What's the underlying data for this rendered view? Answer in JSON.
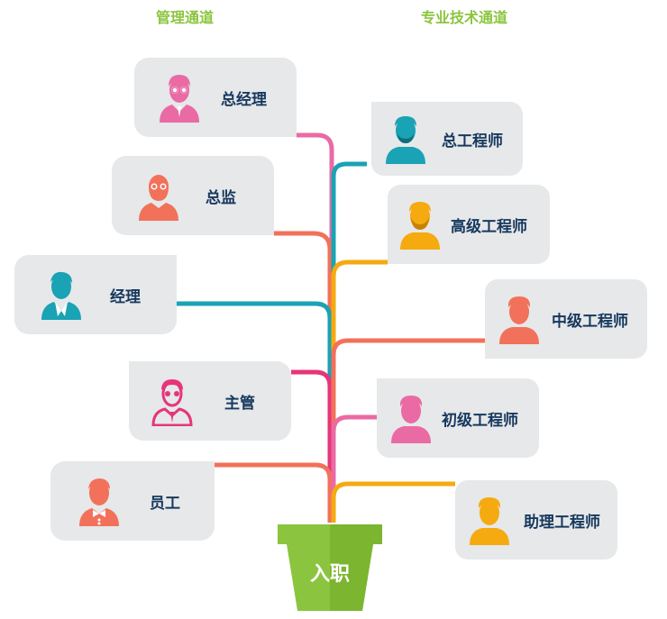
{
  "headings": {
    "management": "管理通道",
    "technical": "专业技术通道"
  },
  "management_track": [
    {
      "label": "总经理",
      "icon": "male-executive-glasses-icon",
      "color": "#ea6aa4"
    },
    {
      "label": "总监",
      "icon": "bearded-male-glasses-icon",
      "color": "#f2715a"
    },
    {
      "label": "经理",
      "icon": "male-manager-icon",
      "color": "#1aa2b5"
    },
    {
      "label": "主管",
      "icon": "male-supervisor-glasses-icon",
      "color": "#e6357a"
    },
    {
      "label": "员工",
      "icon": "male-employee-bowtie-icon",
      "color": "#f2715a"
    }
  ],
  "technical_track": [
    {
      "label": "总工程师",
      "icon": "bearded-male-icon",
      "color": "#1aa2b5"
    },
    {
      "label": "高级工程师",
      "icon": "bearded-male-icon",
      "color": "#f5aa10"
    },
    {
      "label": "中级工程师",
      "icon": "male-user-icon",
      "color": "#f2715a"
    },
    {
      "label": "初级工程师",
      "icon": "male-user-icon",
      "color": "#ea6aa4"
    },
    {
      "label": "助理工程师",
      "icon": "male-user-icon",
      "color": "#f5aa10"
    }
  ],
  "entry": {
    "label": "入职",
    "color": "#8bc53f"
  }
}
